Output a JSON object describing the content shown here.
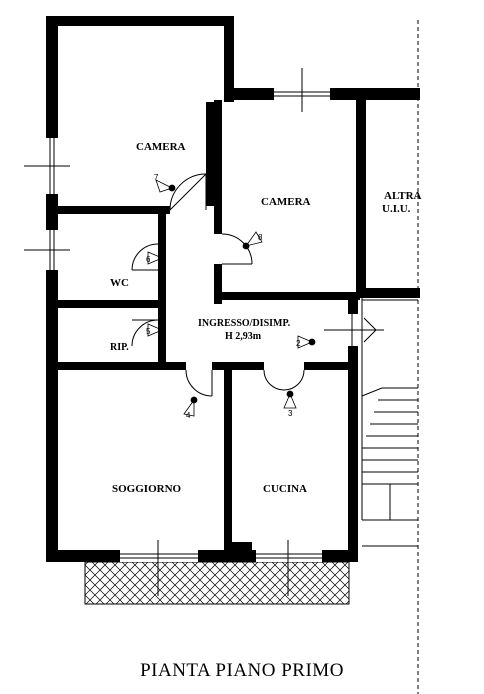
{
  "title": "PIANTA PIANO PRIMO",
  "rooms": {
    "camera_1": "CAMERA",
    "camera_2": "CAMERA",
    "altra_1": "ALTRA",
    "altra_2": "U.I.U.",
    "wc": "WC",
    "rip": "RIP.",
    "ingresso": "INGRESSO/DISIMP.",
    "height": "H 2,93m",
    "soggiorno": "SOGGIORNO",
    "cucina": "CUCINA"
  },
  "photo_points": [
    "7",
    "8",
    "6",
    "5",
    "2",
    "4",
    "3"
  ],
  "colors": {
    "wall": "#000000",
    "hatch": "#000000",
    "background": "#ffffff"
  }
}
